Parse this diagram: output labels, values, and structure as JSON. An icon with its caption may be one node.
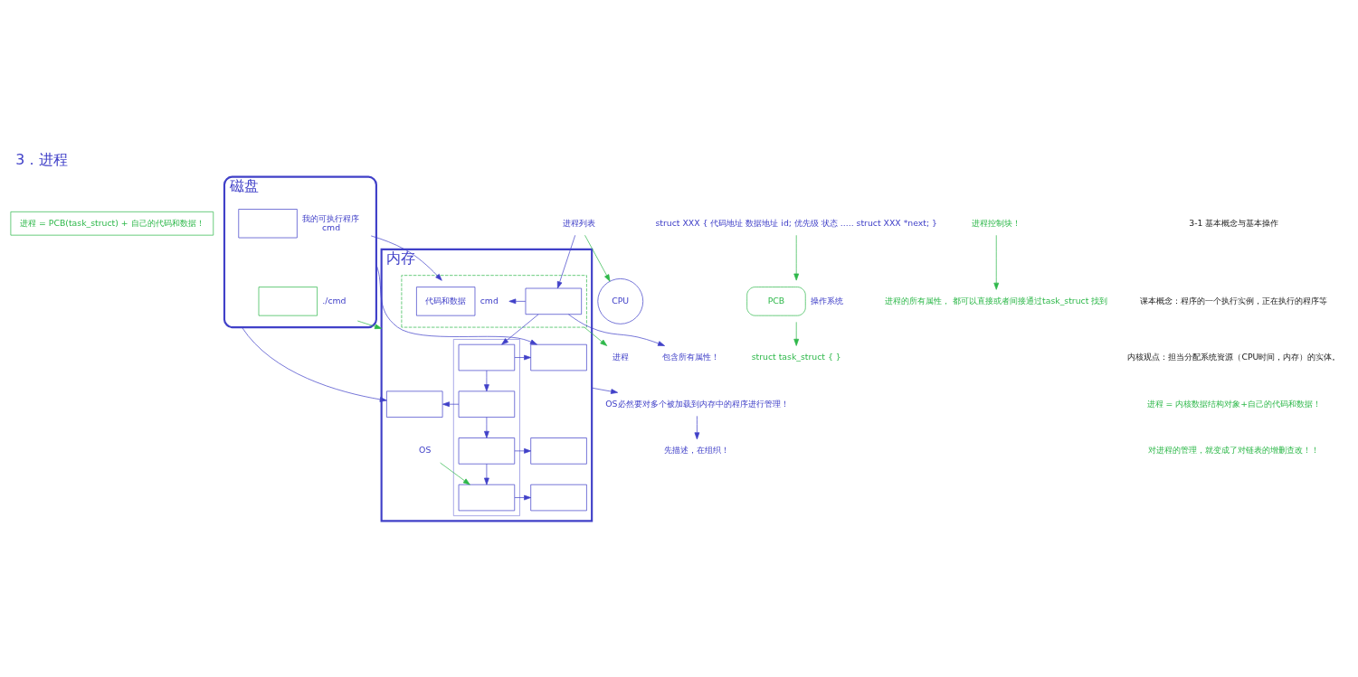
{
  "diagram": {
    "title": "3．进程",
    "nodes": [
      {
        "text": [
          "进程 = PCB(task_struct) + 自己的代码和数据！"
        ]
      },
      {
        "text": [
          "包含所有属性！"
        ]
      },
      {
        "text": [
          "进程列表"
        ]
      },
      {
        "text": [
          "进程"
        ]
      },
      {
        "text": [
          "OS必然要对多个被加载到内存中的程序进行管理！"
        ]
      },
      {
        "text": [
          "先描述，在组织！"
        ]
      },
      {
        "text": [
          "CPU"
        ]
      },
      {
        "text": [
          "struct XXX { 代码地址 数据地址 id; 优先级 状态 ..... struct XXX *next; }"
        ]
      },
      {
        "text": [
          "PCB"
        ],
        "beside": [
          "操作系统"
        ]
      },
      {
        "text": [
          "struct task_struct { }"
        ]
      },
      {
        "text": [
          "进程控制块！"
        ]
      },
      {
        "text": [
          "进程的所有属性， 都可以直接或者间接通过task_struct 找到"
        ]
      },
      {
        "text": [
          "内存"
        ]
      },
      {
        "text": [],
        "shape": "box",
        "in": 12
      },
      {
        "text": [],
        "shape": "box",
        "in": 12
      },
      {
        "text": [],
        "shape": "box",
        "in": 14
      },
      {
        "text": [
          "代码和数据"
        ],
        "in": 14,
        "beside": [
          "cmd"
        ]
      },
      {
        "text": [],
        "shape": "box",
        "in": 13
      },
      {
        "text": [],
        "shape": "box",
        "in": 13
      },
      {
        "text": [],
        "shape": "box",
        "in": 13
      },
      {
        "text": [],
        "shape": "box",
        "in": 13
      },
      {
        "text": [],
        "shape": "box",
        "in": 12
      },
      {
        "text": [],
        "shape": "box",
        "in": 12
      },
      {
        "text": [],
        "shape": "box",
        "in": 12
      },
      {
        "text": [],
        "shape": "box",
        "in": 12
      },
      {
        "text": [
          "OS"
        ],
        "in": 12
      },
      {
        "text": [
          "磁盘"
        ]
      },
      {
        "text": [],
        "shape": "box",
        "in": 26,
        "beside": [
          "我的可执行程序",
          "cmd"
        ]
      },
      {
        "text": [],
        "shape": "box",
        "in": 26,
        "beside": [
          "./cmd"
        ]
      }
    ],
    "edges": [
      {
        "from": 2,
        "to": 6,
        "arrow": "to",
        "color": "#2eb84a"
      },
      {
        "from": 2,
        "to": 15,
        "arrow": "to"
      },
      {
        "from": 15,
        "to": 1,
        "arrow": "to"
      },
      {
        "from": 14,
        "to": 3,
        "arrow": "to",
        "color": "#2eb84a"
      },
      {
        "from": 12,
        "to": 4,
        "arrow": "to"
      },
      {
        "from": 4,
        "to": 5,
        "arrow": "to"
      },
      {
        "from": 15,
        "to": 16,
        "arrow": "to"
      },
      {
        "from": 15,
        "to": 17,
        "arrow": "to"
      },
      {
        "from": 17,
        "to": 21,
        "arrow": "to"
      },
      {
        "from": 17,
        "to": 18,
        "arrow": "to"
      },
      {
        "from": 18,
        "to": 22,
        "arrow": "to"
      },
      {
        "from": 18,
        "to": 19,
        "arrow": "to"
      },
      {
        "from": 19,
        "to": 23,
        "arrow": "to"
      },
      {
        "from": 19,
        "to": 20,
        "arrow": "to"
      },
      {
        "from": 20,
        "to": 24,
        "arrow": "to"
      },
      {
        "from": 25,
        "to": 20,
        "arrow": "to",
        "color": "#2eb84a"
      },
      {
        "from": 27,
        "to": 16,
        "arrow": "to"
      },
      {
        "from": 26,
        "to": 21,
        "arrow": "to"
      },
      {
        "from": 26,
        "to": 22,
        "arrow": "to"
      },
      {
        "from": 28,
        "to": 12,
        "arrow": "to",
        "color": "#2eb84a"
      },
      {
        "from": 7,
        "to": 8,
        "arrow": "to",
        "color": "#2eb84a"
      },
      {
        "from": 8,
        "to": 9,
        "arrow": "to",
        "color": "#2eb84a"
      },
      {
        "from": 10,
        "to": 11,
        "arrow": "to",
        "color": "#2eb84a"
      }
    ],
    "labels": [
      "3-1 基本概念与基本操作",
      "课本概念：程序的一个执行实例，正在执行的程序等",
      "内核观点：担当分配系统资源（CPU时间，内存）的实体。",
      "进程 = 内核数据结构对象+自己的代码和数据！",
      "对进程的管理，就变成了对链表的增删查改！！"
    ]
  }
}
